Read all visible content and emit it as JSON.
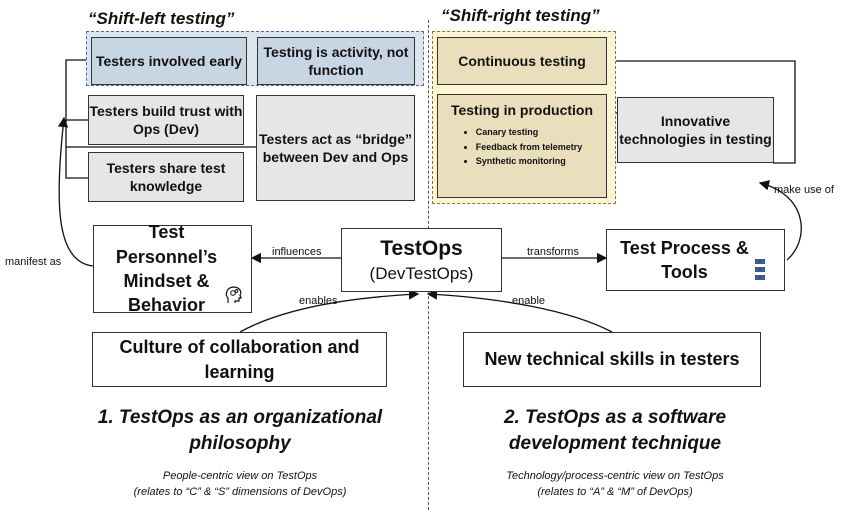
{
  "shift_left": {
    "title": "“Shift-left testing”",
    "box_involved": "Testers involved early",
    "box_activity": "Testing is activity, not function",
    "box_trust": "Testers build trust with Ops (Dev)",
    "box_bridge": "Testers act as “bridge” between Dev and Ops",
    "box_share": "Testers share test knowledge"
  },
  "shift_right": {
    "title": "“Shift-right testing”",
    "box_continuous": "Continuous testing",
    "box_production_title": "Testing in production",
    "production_items": [
      "Canary testing",
      "Feedback from telemetry",
      "Synthetic monitoring"
    ]
  },
  "innovative": "Innovative technologies in testing",
  "testops": {
    "title": "TestOps",
    "subtitle": "(DevTestOps)"
  },
  "personnel": "Test Personnel’s Mindset & Behavior",
  "process": "Test Process & Tools",
  "culture": "Culture of collaboration and learning",
  "skills": "New technical skills in testers",
  "labels": {
    "influences": "influences",
    "transforms": "transforms",
    "enables": "enables",
    "enable": "enable",
    "manifest_as": "manifest as",
    "make_use_of": "make use of"
  },
  "section1": {
    "title": "1. TestOps as an organizational philosophy",
    "subtitle_line1": "People-centric view on TestOps",
    "subtitle_line2": "(relates to “C” & “S” dimensions of DevOps)"
  },
  "section2": {
    "title": "2. TestOps as a software development technique",
    "subtitle_line1": "Technology/process-centric view on TestOps",
    "subtitle_line2": "(relates to “A” & “M” of DevOps)"
  }
}
